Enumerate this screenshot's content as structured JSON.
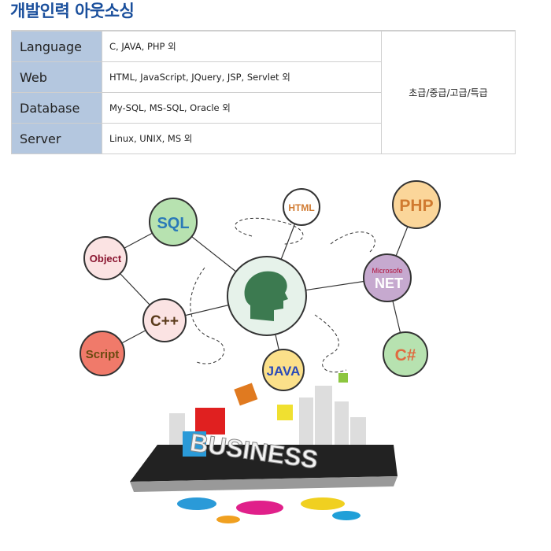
{
  "title": "개발인력 아웃소싱",
  "table": {
    "rows": [
      {
        "category": "Language",
        "skills": "C, JAVA, PHP 외"
      },
      {
        "category": "Web",
        "skills": "HTML, JavaScript, JQuery, JSP, Servlet 외"
      },
      {
        "category": "Database",
        "skills": "My-SQL, MS-SQL, Oracle 외"
      },
      {
        "category": "Server",
        "skills": "Linux, UNIX, MS 외"
      }
    ],
    "levels": "초급/중급/고급/특급"
  },
  "illustration": {
    "bubbles": {
      "sql": "SQL",
      "object": "Object",
      "cpp": "C++",
      "script": "Script",
      "html": "HTML",
      "php": "PHP",
      "microsoft": "Microsofe",
      "net": "NET",
      "csharp": "C#",
      "java": "JAVA"
    },
    "business": "BUSINESS"
  }
}
